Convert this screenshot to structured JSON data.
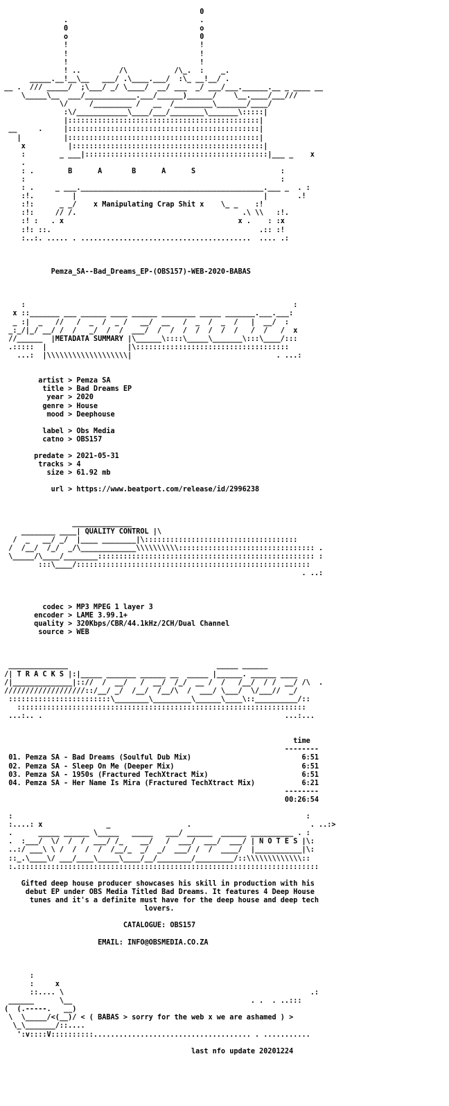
{
  "nfo": {
    "lines": [
      "                                                ",
      "                                               0",
      "               .                               .",
      "               0                               o",
      "               o                               0",
      "               !                               !",
      "               !                               !",
      "               !                               !",
      "               ! ..         /\\           /\\_.  :    _.",
      "       _____.__!__\\__   ___/ .\\____.___/  :\\_ __!__/ .",
      " __ .  /// _____/  ;\\___/ _/ \\____/  __/ ___  _/ ___/___.______.__ _ ____ __",
      "     \\_____\\__  ___/____________.___/______)______/    \\__.____/___/// ",
      "              \\/     /_________ /   __  /_________\\_______/____/",
      "               :\\/____________\\____/___/________\\_______\\:::::|",
      "               |:::::::::::::::::::::::::::::::::::::::::::::|",
      "  __     .     |:::::::::::::::::::::::::::::::::::::::::::::|",
      "    |          |:::::::::::::::::::::::::::::::::::::::::::::|",
      "     x          |:::::::::::::::::::::::::::::::::::::::::::::|",
      "     :        _ ___|:::::::::::::::::::::::::::::::::::::::::::|___ _    x",
      "     .                                                            ",
      "     : .        B      A       B      A      S                    :",
      "     :                                                            :",
      "     : .     _ ___.___________________________________________.___ _  . :",
      "     :!.         |                                            |       .!",
      "     :!:      _ _/    x Manipulating Crap Shit x    \\_ _    :!",
      "     :!:     // /.                                       .\\ \\\\   :!.",
      "     :! :   . x                                         x .    : :x",
      "     :!: ::.                                                 .:: :!",
      "     :..:. ..... . ........................................  .... .:",
      "",
      "",
      "",
      "            Pemza_SA--Bad_Dreams_EP-(OBS157)-WEB-2020-BABAS",
      "",
      "",
      "",
      "     :                                                               :",
      "   x ::_______ ___ ______ ____ ______ ________ _____ _______.___.___:",
      "   _ :|  _   //   /  _  /  _ /   __/  __   /  _  /  _  /   |  __/  :",
      "  _:_/|_/ __/ /  /   _/  /  /  ___/  /  /  /  /  /  /  /   /  /   /  x",
      "  //______  |METADATA SUMMARY |\\______\\::::\\_____\\_______\\:::\\____/:::",
      "  .:::::  |                   |\\::::::::::::::::::::::::::::::::::::",
      "    ...:  |\\\\\\\\\\\\\\\\\\\\\\\\\\\\\\\\\\\\\\|                                  . ...:",
      "",
      "",
      "         artist > Pemza SA",
      "          title > Bad Dreams EP",
      "           year > 2020",
      "          genre > House",
      "           mood > Deephouse",
      "",
      "          label > Obs Media",
      "          catno > OBS157",
      "",
      "        predate > 2021-05-31",
      "         tracks > 4",
      "           size > 61.92 mb",
      "",
      "            url > https://www.beatport.com/release/id/2996238",
      "",
      "",
      "",
      "                 ______________",
      "     ________ ____| QUALITY CONTROL |\\",
      "   /  _   __/ _/  |____ ________|\\::::::::::::::::::::::::::::::::::::",
      "  /  /__/  /_/  _/\\_____________\\\\\\\\\\\\\\\\\\\\:::::::::::::::::::::::::::::::: .",
      "  \\_____/\\____/________::::::::::::::::::::::::::::::::::::::::::::::::::: :",
      "         :::\\____/:::::::::::::::::::::::::::::::::::::::::::::::::::::::",
      "                                                                       . ..:",
      "",
      "",
      "",
      "          codec > MP3 MPEG 1 layer 3",
      "        encoder > LAME 3.99.1+",
      "        quality > 320Kbps/CBR/44.1kHz/2CH/Dual Channel",
      "         source > WEB",
      "",
      "",
      "",
      "  ______________                                   _____ ______",
      " /| T R A C K S |:|_____ _______ ______ __  _____ |______. ______ ____",
      " /|______________|:://  /  __/   /  __/  /_/  __ /  /   /__/  / /  __/ /\\  .",
      " ///////////////////::/__/ _/  /__/  /__/\\  /  ___/ \\___/  \\/___//  _/",
      "  ::::::::::::::::::::::::\\________\\_________\\______\\____\\::__________/::",
      "    ::::::::::::::::::::::::::::::::::::::::::::::::::::::::::::::::::::",
      "  ...:.. .                                                         ...:...",
      "",
      "",
      "                                                                     time",
      "                                                                   --------",
      "  01. Pemza SA - Bad Dreams (Soulful Dub Mix)                          6:51",
      "  02. Pemza SA - Sleep On Me (Deeper Mix)                              6:51",
      "  03. Pemza SA - 1950s (Fractured TechXtract Mix)                      6:51",
      "  04. Pemza SA - Her Name Is Mira (Fractured TechXtract Mix)           6:21",
      "                                                                   --------",
      "                                                                   00:26:54",
      "",
      "  :                                                                     :",
      "  :....: x               _                  .                            . ..:>",
      "  .      _____ ______ \\_____   _____   ___/ ______  ______ __________ . :",
      "  .  :___/  \\/  /  /  ___/ /_    __/   /  ___/  ___/  ___/ | N O T E S |\\:",
      "  ..:/ ___\\ \\ /  /  /  /  /__/_  _/  _/  ___/ /  /  ____/  |___________|\\:",
      "  ::_.\\____\\/ ___/____\\_____\\____/__/________/_________/::\\\\\\\\\\\\\\\\\\\\\\\\\\::",
      "  :.:::::::::::::::::::::::::::::::::::::::::::::::::::::::::::::::::::::::",
      "",
      "     Gifted deep house producer showcases his skill in production with his",
      "      debut EP under OBS Media Titled Bad Dreams. It features 4 Deep House",
      "       tunes and it's a definite must have for the deep house and deep tech",
      "                                  lovers.",
      "",
      "                             CATALOGUE: OBS157",
      "",
      "                       EMAIL: INFO@OBSMEDIA.CO.ZA",
      "",
      "",
      "",
      "       :",
      "       :     x",
      "       ::.... \\                                                          .:",
      "  ______      \\__                                          . .  . ..:::",
      " (  (.-----.   __)",
      "  \\  \\_____/<(__)/ < ( BABAS > sorry for the web x we are ashamed ) >",
      "   \\_\\_______/::....",
      "    ':v::::V::::::::::..................................... . ...........",
      "",
      "                                             last nfo update 20201224"
    ]
  }
}
